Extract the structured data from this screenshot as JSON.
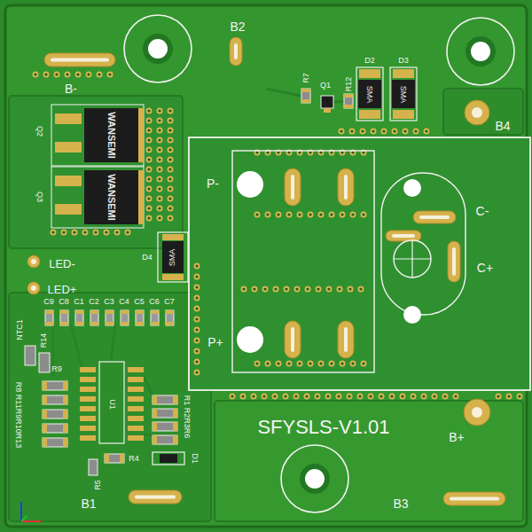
{
  "diagram": {
    "nodes": [
      {
        "text": [
          "SMA"
        ]
      },
      {
        "text": [
          "SMA"
        ]
      },
      {
        "text": [
          "WANSEMI"
        ]
      },
      {
        "text": [
          "WANSEMI"
        ]
      },
      {
        "text": [
          "SMA"
        ]
      }
    ],
    "labels": [
      "B2",
      "B-",
      "R7",
      "Q1",
      "R12",
      "D2",
      "D3",
      "B4",
      "Q2",
      "Q3",
      "P-",
      "C-",
      "C+",
      "D4",
      "LED-",
      "LED+",
      "C9",
      "C8",
      "C1",
      "C2",
      "C3",
      "C4",
      "C5",
      "C6",
      "C7",
      "NTC1",
      "R14",
      "R9",
      "R8 R11R9R10R13",
      "P+",
      "U1",
      "R1 R2R3R6",
      "R4",
      "R5",
      "D1",
      "SFYSLS-V1.01",
      "B+",
      "B1",
      "B3"
    ]
  }
}
